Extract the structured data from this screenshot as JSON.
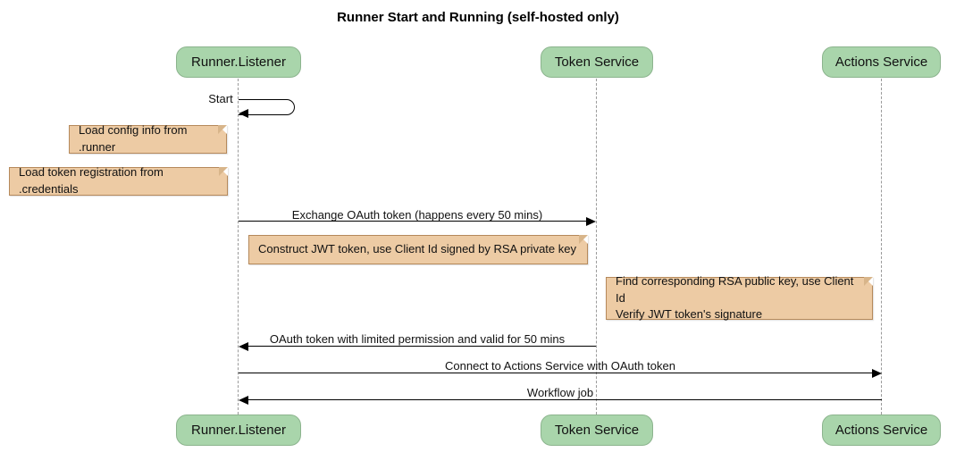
{
  "title": "Runner Start and Running (self-hosted only)",
  "diagram_type": "sequence",
  "colors": {
    "participant_fill": "#a9d5ab",
    "participant_border": "#8cb48e",
    "note_fill": "#edcba4",
    "note_border": "#b5895b",
    "lifeline": "#9a9a9a",
    "arrow": "#000000",
    "background": "#ffffff"
  },
  "participants": [
    {
      "name": "Runner.Listener"
    },
    {
      "name": "Token Service"
    },
    {
      "name": "Actions Service"
    }
  ],
  "self_message": {
    "label": "Start",
    "on": "Runner.Listener"
  },
  "notes": [
    {
      "text": "Load config info from .runner",
      "anchor": "left of Runner.Listener"
    },
    {
      "text": "Load token registration from .credentials",
      "anchor": "left of Runner.Listener"
    },
    {
      "text": "Construct JWT token, use Client Id signed by RSA private key",
      "anchor": "right of Runner.Listener"
    },
    {
      "text": "Find corresponding RSA public key, use Client Id\nVerify JWT token's signature",
      "anchor": "left of Actions Service"
    }
  ],
  "messages": [
    {
      "label": "Exchange OAuth token (happens every 50 mins)",
      "from": "Runner.Listener",
      "to": "Token Service"
    },
    {
      "label": "OAuth token with limited permission and valid for 50 mins",
      "from": "Token Service",
      "to": "Runner.Listener"
    },
    {
      "label": "Connect to Actions Service with OAuth token",
      "from": "Runner.Listener",
      "to": "Actions Service"
    },
    {
      "label": "Workflow job",
      "from": "Actions Service",
      "to": "Runner.Listener"
    }
  ]
}
